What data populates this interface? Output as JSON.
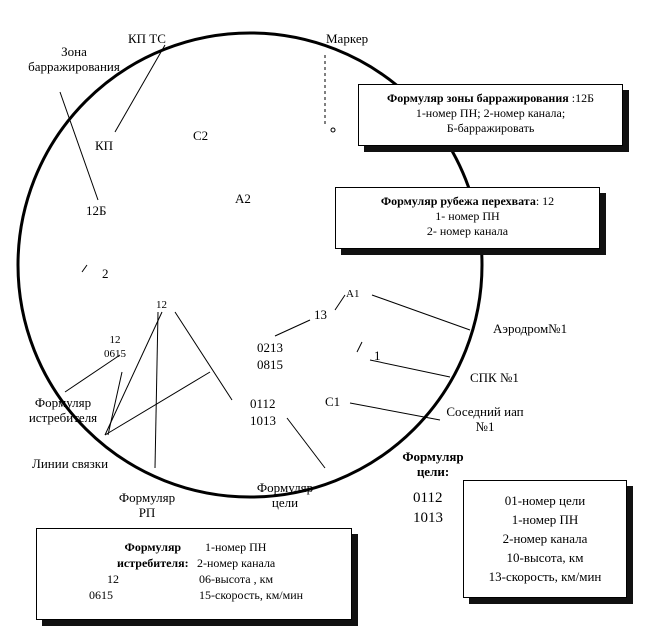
{
  "labels": {
    "zona_line1": "Зона",
    "zona_line2": "барражирования",
    "kp_ts": "КП ТС",
    "marker": "Маркер",
    "kp": "КП",
    "c2": "С2",
    "a2": "А2",
    "n12b": "12Б",
    "n2": "2",
    "n12_top": "12",
    "f12": "12",
    "f0615": "0615",
    "n13": "13",
    "a1": "А1",
    "f0213": "0213",
    "f0815": "0815",
    "n1": "1",
    "aerodrom": "Аэродром№1",
    "spk": "СПК №1",
    "c1": "С1",
    "sosed_line1": "Соседний иап",
    "sosed_line2": "№1",
    "f0112": "0112",
    "f1013": "1013",
    "fi_line1": "Формуляр",
    "fi_line2": "истребителя",
    "linii": "Линии связки",
    "frp_line1": "Формуляр",
    "frp_line2": "РП",
    "fc_line1": "Формуляр",
    "fc_line2": "цели",
    "fcb_line1": "Формуляр",
    "fcb_line2": "цели:",
    "fcb_0112": "0112",
    "fcb_1013": "1013"
  },
  "box_zona": {
    "title": "Формуляр зоны барражирования",
    "title_suffix": " :12Б",
    "line1": "1-номер ПН;  2-номер канала;",
    "line2": "Б-барражировать"
  },
  "box_rubezh": {
    "title": "Формуляр рубежа перехвата",
    "title_suffix": ": 12",
    "line1": "1- номер ПН",
    "line2": "2- номер канала"
  },
  "box_fighter": {
    "title_line1": "Формуляр",
    "title_line2": "истребителя:",
    "val1": "12",
    "val2": "0615",
    "d1": "1-номер ПН",
    "d2": "2-номер канала",
    "d3": "06-высота , км",
    "d4": "15-скорость, км/мин"
  },
  "box_target": {
    "l1": "01-номер цели",
    "l2": "1-номер ПН",
    "l3": "2-номер канала",
    "l4": "10-высота, км",
    "l5": "13-скорость, км/мин"
  }
}
